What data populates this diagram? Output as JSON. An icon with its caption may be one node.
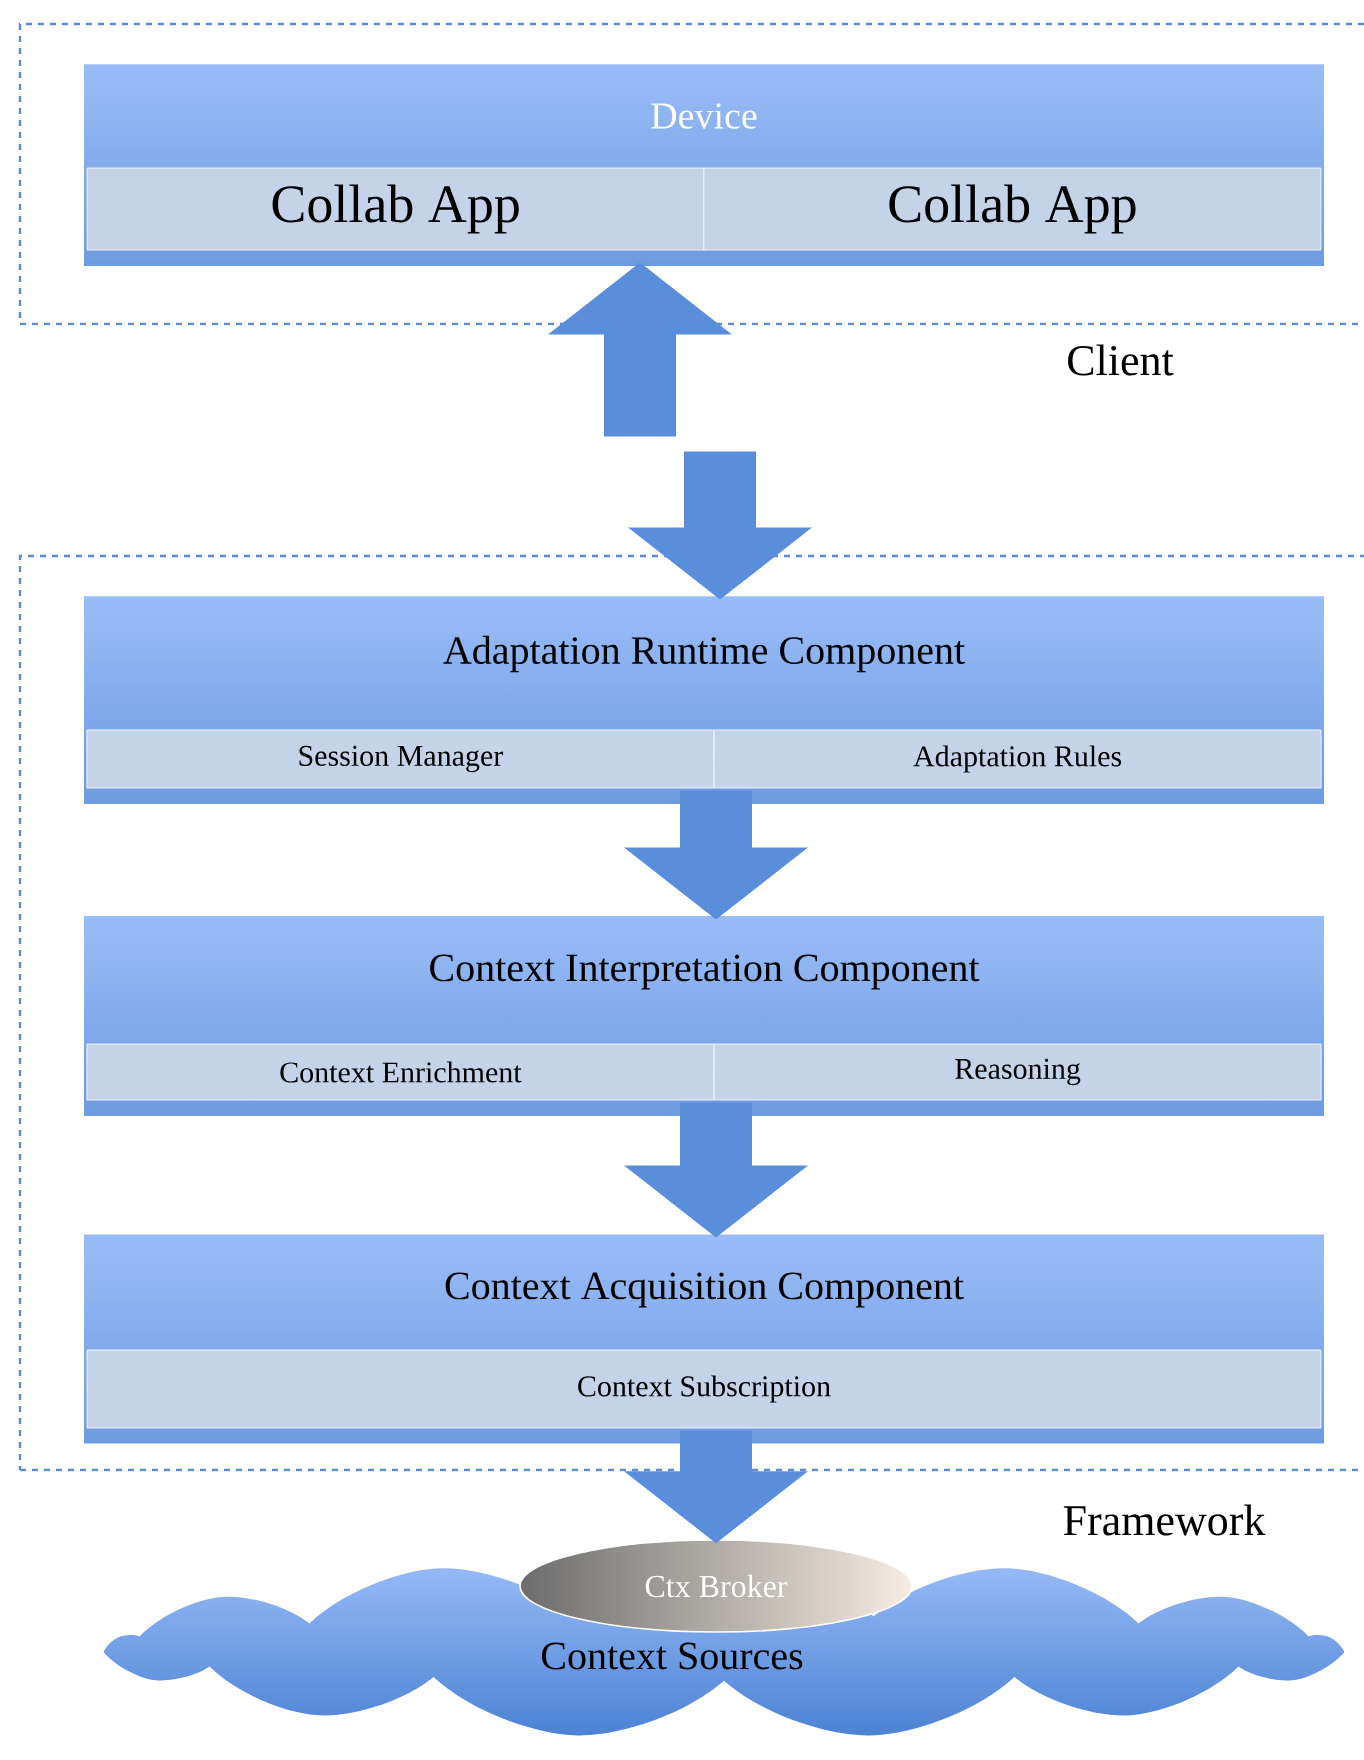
{
  "diagram": {
    "nodes": [
      {
        "text": [
          "Client"
        ]
      },
      {
        "text": [
          "Device"
        ],
        "in": 0
      },
      {
        "text": [
          "Collab App"
        ],
        "in": 1
      },
      {
        "text": [
          "Collab App"
        ],
        "in": 1
      },
      {
        "text": [
          "Framework"
        ]
      },
      {
        "text": [
          "Adaptation Runtime Component"
        ],
        "in": 4
      },
      {
        "text": [
          "Session Manager"
        ],
        "in": 5
      },
      {
        "text": [
          "Adaptation Rules"
        ],
        "in": 5
      },
      {
        "text": [
          "Context Interpretation Component"
        ],
        "in": 4
      },
      {
        "text": [
          "Context Enrichment"
        ],
        "in": 8
      },
      {
        "text": [
          "Reasoning"
        ],
        "in": 8
      },
      {
        "text": [
          "Context Acquisition Component"
        ],
        "in": 4
      },
      {
        "text": [
          "Context Subscription"
        ],
        "in": 11
      },
      {
        "text": [
          "Context Sources"
        ]
      },
      {
        "text": [
          "Ctx Broker"
        ]
      }
    ],
    "edges": [
      {
        "from": null,
        "to": 1,
        "arrow": "to"
      },
      {
        "from": null,
        "to": 5,
        "arrow": "to"
      },
      {
        "from": 5,
        "to": 8,
        "arrow": "to"
      },
      {
        "from": 8,
        "to": 11,
        "arrow": "to"
      },
      {
        "from": 11,
        "to": 14,
        "arrow": "to"
      }
    ]
  }
}
